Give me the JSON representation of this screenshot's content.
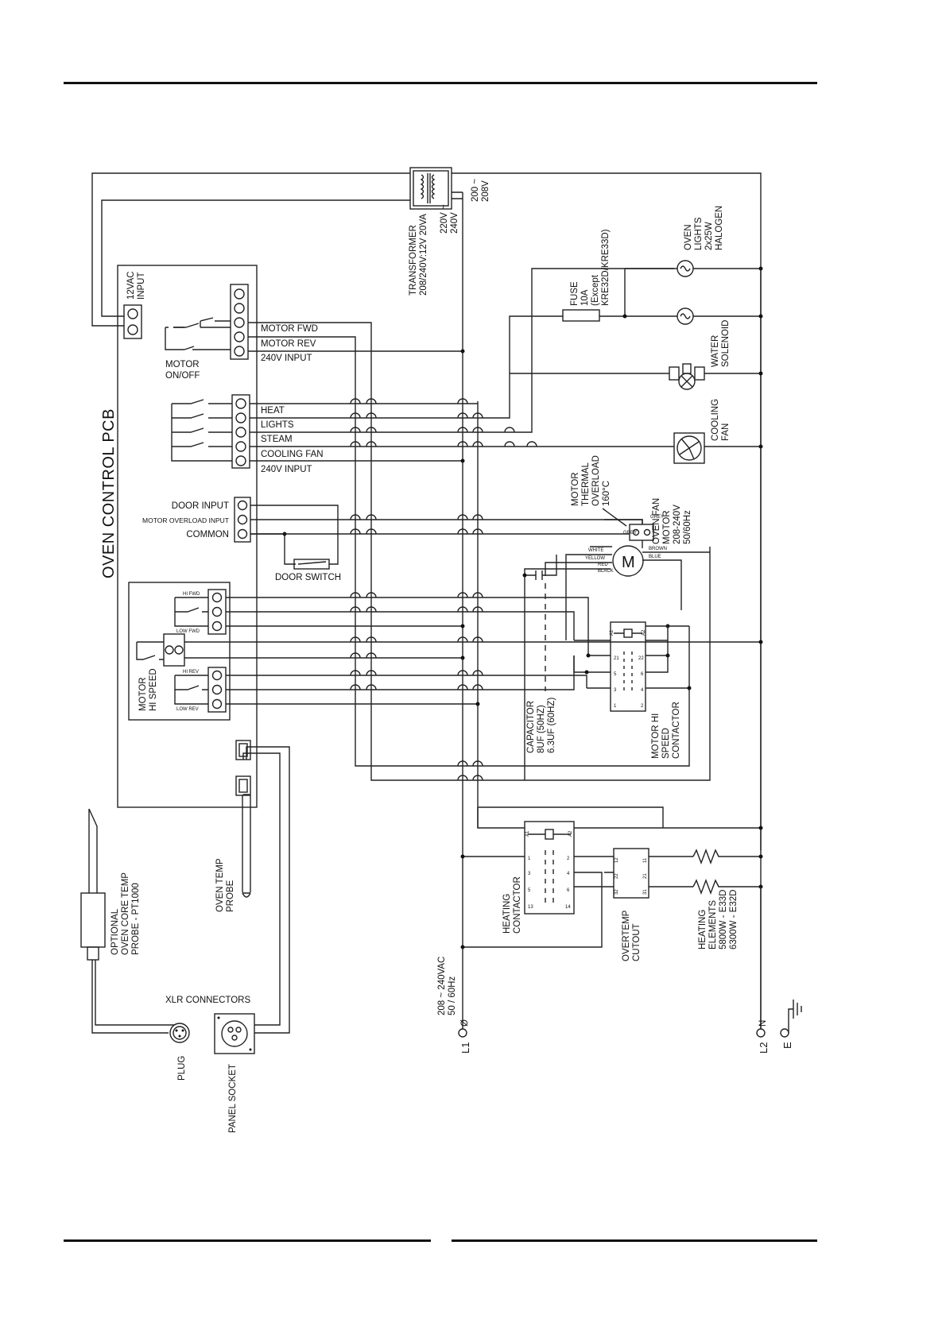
{
  "pcb": {
    "title": "OVEN CONTROL PCB",
    "input_12vac": [
      "12VAC",
      "INPUT"
    ],
    "motor_onoff": [
      "MOTOR",
      "ON/OFF"
    ],
    "motor_fwd": "MOTOR FWD",
    "motor_rev": "MOTOR REV",
    "input_240v_a": "240V INPUT",
    "heat": "HEAT",
    "lights": "LIGHTS",
    "steam": "STEAM",
    "cooling_fan": "COOLING FAN",
    "input_240v_b": "240V INPUT",
    "door_input": "DOOR INPUT",
    "motor_overload_input": "MOTOR OVERLOAD INPUT",
    "common": "COMMON",
    "door_switch": "DOOR SWITCH",
    "motor_hi_speed": [
      "MOTOR",
      "HI SPEED"
    ],
    "hi_fwd": "HI FWD",
    "low_fwd": "LOW FWD",
    "hi_rev": "HI REV",
    "low_rev": "LOW REV"
  },
  "transformer": {
    "label": [
      "TRANSFORMER",
      "208/240V:12V 20VA"
    ],
    "tap_220": [
      "220V ~",
      "240V"
    ],
    "tap_200": [
      "200 ~",
      "208V"
    ]
  },
  "fuse": [
    "FUSE",
    "10A",
    "(Except",
    "KRE32D/KRE33D)"
  ],
  "oven_lights": [
    "OVEN",
    "LIGHTS",
    "2x25W",
    "HALOGEN"
  ],
  "water_solenoid": [
    "WATER",
    "SOLENOID"
  ],
  "cooling_fan_label": [
    "COOLING",
    "FAN"
  ],
  "thermal_overload": [
    "MOTOR",
    "THERMAL",
    "OVERLOAD",
    "160°C"
  ],
  "oven_fan_motor": [
    "OVEN FAN",
    "MOTOR",
    "208-240V",
    "50/60Hz"
  ],
  "motor_symbol": "M",
  "wire_colors": {
    "grey_1": "GREY",
    "grey_2": "GREY",
    "white": "WHITE",
    "yellow": "YELLOW",
    "red": "RED",
    "black": "BLACK",
    "brown": "BROWN",
    "blue": "BLUE"
  },
  "capacitor": [
    "CAPACITOR",
    "8UF (50HZ)",
    "6.3UF (60HZ)"
  ],
  "hi_speed_contactor": [
    "MOTOR HI",
    "SPEED",
    "CONTACTOR"
  ],
  "heating_contactor": [
    "HEATING",
    "CONTACTOR"
  ],
  "overtemp_cutout": [
    "OVERTEMP",
    "CUTOUT"
  ],
  "heating_elements": [
    "HEATING",
    "ELEMENTS",
    "5800W - E33D",
    "6300W - E32D"
  ],
  "oven_temp_probe": [
    "OVEN TEMP",
    "PROBE"
  ],
  "core_probe": [
    "OPTIONAL",
    "OVEN CORE TEMP",
    "PROBE - PT1000"
  ],
  "xlr_connectors": "XLR CONNECTORS",
  "plug": "PLUG",
  "panel_socket": "PANEL SOCKET",
  "supply": [
    "208 ~ 240VAC",
    "50 / 60Hz"
  ],
  "terminals": {
    "l1": "L1",
    "l1_phase": "Ø",
    "l2": "L2",
    "l2_n": "N",
    "e": "E"
  },
  "terminal_numbers": {
    "a1": "A1",
    "a2": "A2",
    "n1": "1",
    "n2": "2",
    "n3": "3",
    "n4": "4",
    "n5": "5",
    "n6": "6",
    "n13": "13",
    "n14": "14",
    "n21": "21",
    "n22": "22",
    "ot12": "12",
    "ot11": "11",
    "ot22": "22",
    "ot21": "21",
    "ot32": "32",
    "ot31": "31"
  }
}
